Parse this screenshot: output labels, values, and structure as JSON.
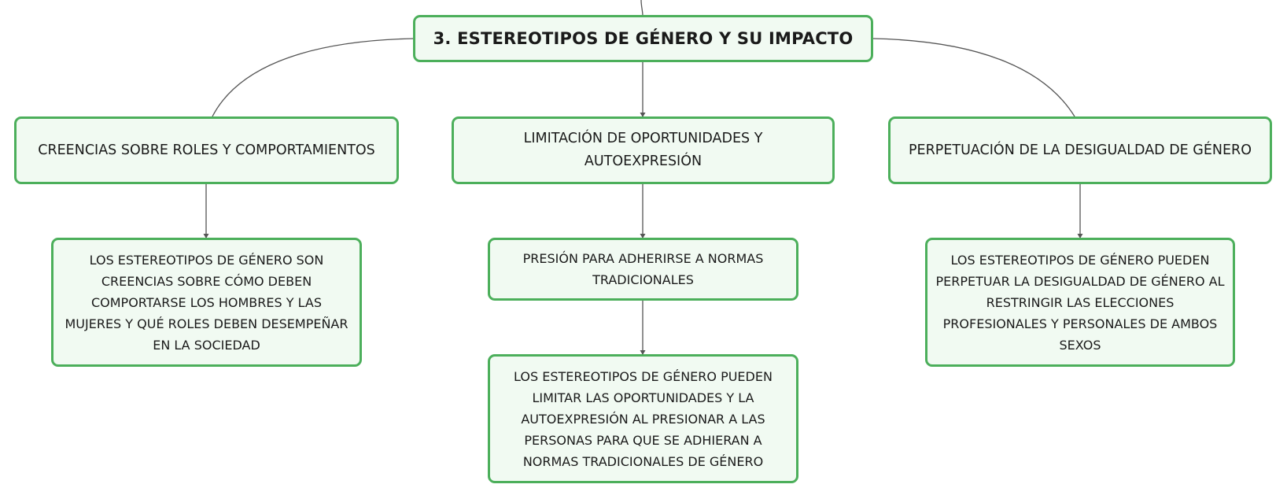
{
  "root": "3. ESTEREOTIPOS DE GÉNERO Y SU IMPACTO",
  "branches": [
    {
      "label": "CREENCIAS SOBRE ROLES Y COMPORTAMIENTOS",
      "children": [
        "LOS ESTEREOTIPOS DE GÉNERO SON CREENCIAS SOBRE CÓMO DEBEN COMPORTARSE LOS HOMBRES Y LAS MUJERES Y QUÉ ROLES DEBEN DESEMPEÑAR EN LA SOCIEDAD"
      ]
    },
    {
      "label": "LIMITACIÓN DE OPORTUNIDADES Y AUTOEXPRESIÓN",
      "children": [
        "PRESIÓN PARA ADHERIRSE A NORMAS TRADICIONALES",
        "LOS ESTEREOTIPOS DE GÉNERO PUEDEN LIMITAR LAS OPORTUNIDADES Y LA AUTOEXPRESIÓN AL PRESIONAR A LAS PERSONAS PARA QUE SE ADHIERAN A NORMAS TRADICIONALES DE GÉNERO"
      ]
    },
    {
      "label": "PERPETUACIÓN DE LA DESIGUALDAD DE GÉNERO",
      "children": [
        "LOS ESTEREOTIPOS DE GÉNERO PUEDEN PERPETUAR LA DESIGUALDAD DE GÉNERO AL RESTRINGIR LAS ELECCIONES PROFESIONALES Y PERSONALES DE AMBOS SEXOS"
      ]
    }
  ],
  "colors": {
    "border": "#4caf5b",
    "fill": "#f1faf2",
    "line": "#555555"
  }
}
